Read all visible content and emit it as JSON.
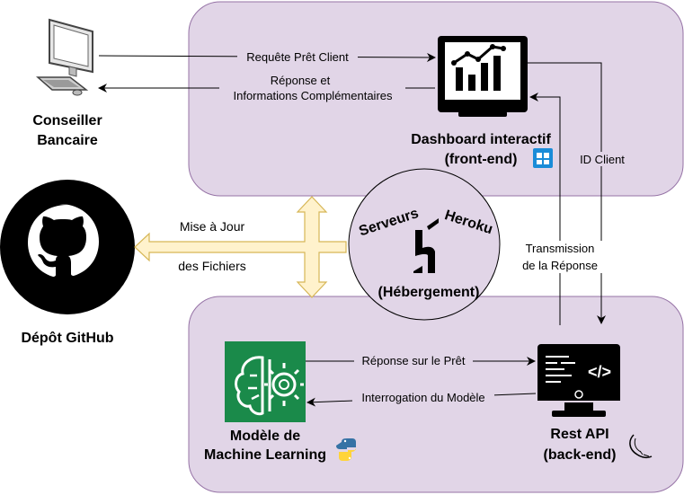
{
  "nodes": {
    "conseiller": {
      "line1": "Conseiller",
      "line2": "Bancaire"
    },
    "dashboard": {
      "line1": "Dashboard interactif",
      "line2": "(front-end)"
    },
    "github": {
      "label": "Dépôt GitHub"
    },
    "serveurs": {
      "word1": "Serveurs",
      "word2": "Heroku",
      "caption": "(Hébergement)"
    },
    "ml": {
      "line1": "Modèle de",
      "line2": "Machine Learning"
    },
    "api": {
      "line1": "Rest API",
      "line2": "(back-end)"
    }
  },
  "edges": {
    "requete": "Requête Prêt Client",
    "reponse_line1": "Réponse et",
    "reponse_line2": "Informations Complémentaires",
    "id_client": "ID Client",
    "transmission_line1": "Transmission",
    "transmission_line2": "de la Réponse",
    "maj_line1": "Mise à Jour",
    "maj_line2": "des Fichiers",
    "reponse_pret": "Réponse sur le Prêt",
    "interrogation": "Interrogation du Modèle"
  },
  "colors": {
    "zone_fill": "#e1d5e7",
    "zone_stroke": "#9673a6",
    "arrow_fill": "#fff2cc",
    "arrow_stroke": "#d6b656",
    "ml_green": "#1a8a4a",
    "streamlit_blue": "#1a8cd8"
  }
}
